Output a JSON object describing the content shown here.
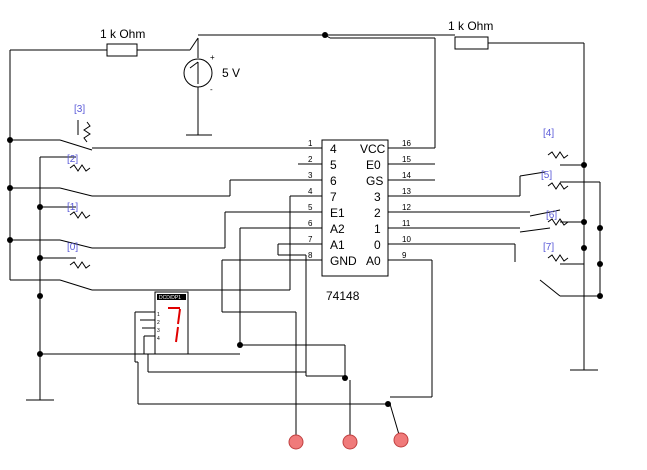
{
  "resistor_left": {
    "label": "1 k Ohm"
  },
  "resistor_right": {
    "label": "1 k Ohm"
  },
  "battery": {
    "label": "5 V",
    "plus": "+",
    "minus": "-"
  },
  "chip": {
    "name": "74148",
    "left_pins": [
      {
        "num": "1",
        "label": "4"
      },
      {
        "num": "2",
        "label": "5"
      },
      {
        "num": "3",
        "label": "6"
      },
      {
        "num": "4",
        "label": "7"
      },
      {
        "num": "5",
        "label": "E1"
      },
      {
        "num": "6",
        "label": "A2"
      },
      {
        "num": "7",
        "label": "A1"
      },
      {
        "num": "8",
        "label": "GND"
      }
    ],
    "right_pins": [
      {
        "num": "16",
        "label": "VCC"
      },
      {
        "num": "15",
        "label": "E0"
      },
      {
        "num": "14",
        "label": "GS"
      },
      {
        "num": "13",
        "label": "3"
      },
      {
        "num": "12",
        "label": "2"
      },
      {
        "num": "11",
        "label": "1"
      },
      {
        "num": "10",
        "label": "0"
      },
      {
        "num": "9",
        "label": "A0"
      }
    ]
  },
  "switches_left": [
    "[3]",
    "[2]",
    "[1]",
    "[0]"
  ],
  "switches_right": [
    "[4]",
    "[5]",
    "[6]",
    "[7]"
  ],
  "display": {
    "label": "DCD/DP1",
    "digit": "7",
    "pins": [
      "1",
      "2",
      "3",
      "4"
    ]
  },
  "colors": {
    "wire": "#000000",
    "label": "#5a5ad8",
    "probe": "#f07a7a",
    "probe_edge": "#c04040",
    "segment": "#e00000"
  }
}
